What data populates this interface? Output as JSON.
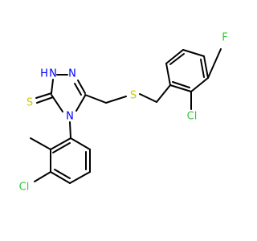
{
  "molecule": {
    "atoms": {
      "n1": {
        "text": "N",
        "color": "#0000ff"
      },
      "h1": {
        "text": "H",
        "color": "#0000ff"
      },
      "n2": {
        "text": "N",
        "color": "#0000ff"
      },
      "n4": {
        "text": "N",
        "color": "#0000ff"
      },
      "s_thione": {
        "text": "S",
        "color": "#cccc00"
      },
      "s_thioether": {
        "text": "S",
        "color": "#cccc00"
      },
      "f": {
        "text": "F",
        "color": "#33cc33"
      },
      "cl_benzyl": {
        "text": "Cl",
        "color": "#33cc33"
      },
      "cl_phenyl": {
        "text": "Cl",
        "color": "#33cc33"
      }
    }
  }
}
